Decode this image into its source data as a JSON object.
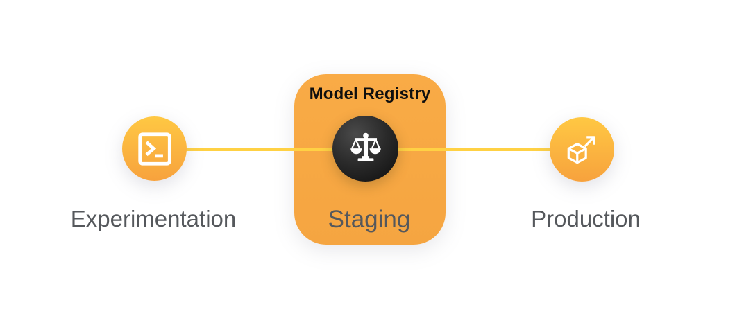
{
  "diagram": {
    "registry": {
      "title": "Model Registry"
    },
    "stages": [
      {
        "id": "experimentation",
        "label": "Experimentation",
        "icon": "terminal-icon"
      },
      {
        "id": "staging",
        "label": "Staging",
        "icon": "scales-icon"
      },
      {
        "id": "production",
        "label": "Production",
        "icon": "cube-arrow-icon"
      }
    ],
    "colors": {
      "connector": "#FFD144",
      "node_gradient_top": "#FFC843",
      "node_gradient_bottom": "#F7A23D",
      "registry_box": "#F7A843",
      "registry_title_text": "#0F0F0F",
      "stage_label_text": "#55585C",
      "dark_node": "#141414",
      "icon": "#FFFFFF",
      "background": "#FFFFFF"
    }
  }
}
